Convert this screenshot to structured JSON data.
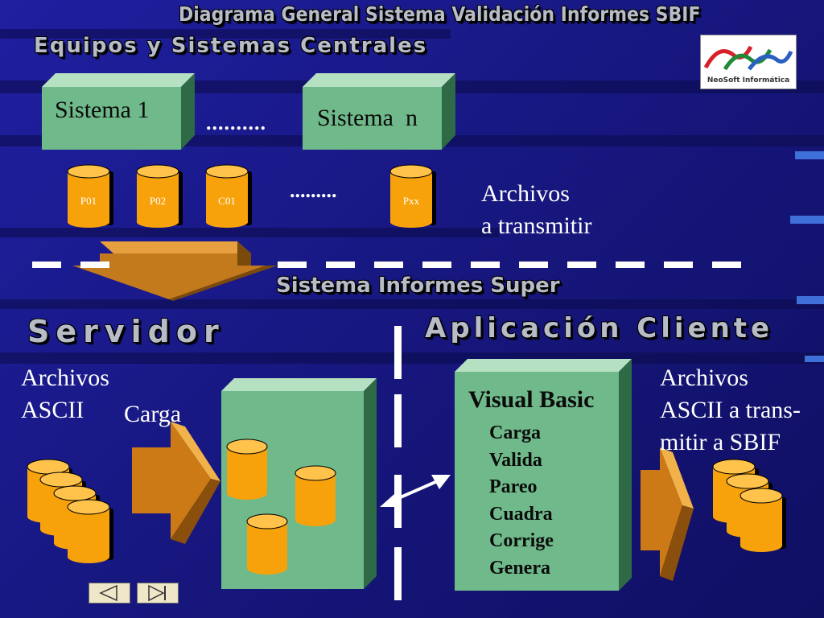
{
  "title": "Diagrama General Sistema Validación Informes SBIF",
  "section_central": "Equipos y Sistemas Centrales",
  "logo": {
    "text": "NeoSoft Informática"
  },
  "systems": [
    {
      "label": "Sistema 1"
    },
    {
      "label": "Sistema  n"
    }
  ],
  "systems_ellipsis": "..........",
  "files": [
    {
      "label": "P01"
    },
    {
      "label": "P02"
    },
    {
      "label": "C01"
    },
    {
      "label": "Pxx"
    }
  ],
  "files_ellipsis": ".........",
  "files_caption_line1": "Archivos",
  "files_caption_line2": "a transmitir",
  "section_super": "Sistema Informes Super",
  "server": {
    "heading": "Servidor",
    "files_line1": "Archivos",
    "files_line2": "ASCII",
    "carga_label": "Carga"
  },
  "client": {
    "heading": "Aplicación Cliente",
    "app_title": "Visual Basic",
    "functions": [
      "Carga",
      "Valida",
      "Pareo",
      "Cuadra",
      "Corrige",
      "Genera"
    ],
    "output_line1": "Archivos",
    "output_line2": "ASCII a trans-",
    "output_line3": "mitir a SBIF"
  },
  "colors": {
    "background": "#1a1a8c",
    "box_green": "#6fb98a",
    "cylinder_orange": "#f7a20b",
    "arrow_orange": "#cc7a16",
    "separator_white": "#ffffff"
  }
}
